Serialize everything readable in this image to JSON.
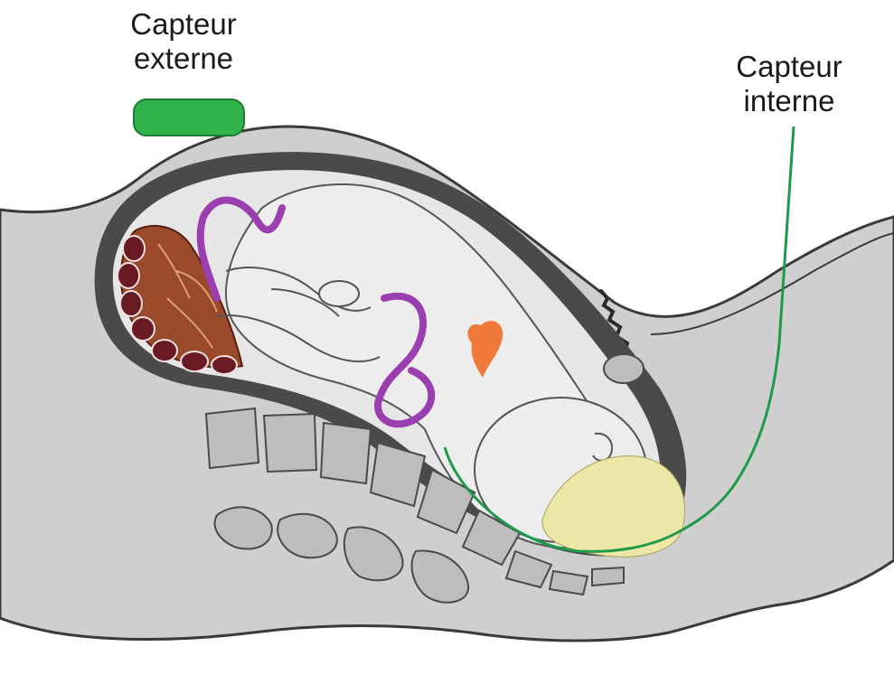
{
  "labels": {
    "external_sensor": {
      "line1": "Capteur",
      "line2": "externe"
    },
    "internal_sensor": {
      "line1": "Capteur",
      "line2": "interne"
    }
  },
  "colors": {
    "sensor_green": "#2fb34a",
    "wire_green": "#1f9a4a",
    "body_gray": "#cfcfcf",
    "wall_dark": "#4a4a4a",
    "cavity_light": "#e6e6e6",
    "fetus": "#ededed",
    "umbilical_cord": "#9b3fb0",
    "placenta": "#9a4a2a",
    "fetal_heart": "#f07a3a",
    "cervix_yellow": "#ece7a6",
    "bone_gray": "#bdbdbd"
  },
  "icons": {
    "external_sensor": "external-sensor-pad",
    "internal_sensor": "internal-sensor-wire",
    "heart": "fetal-heart-icon"
  }
}
